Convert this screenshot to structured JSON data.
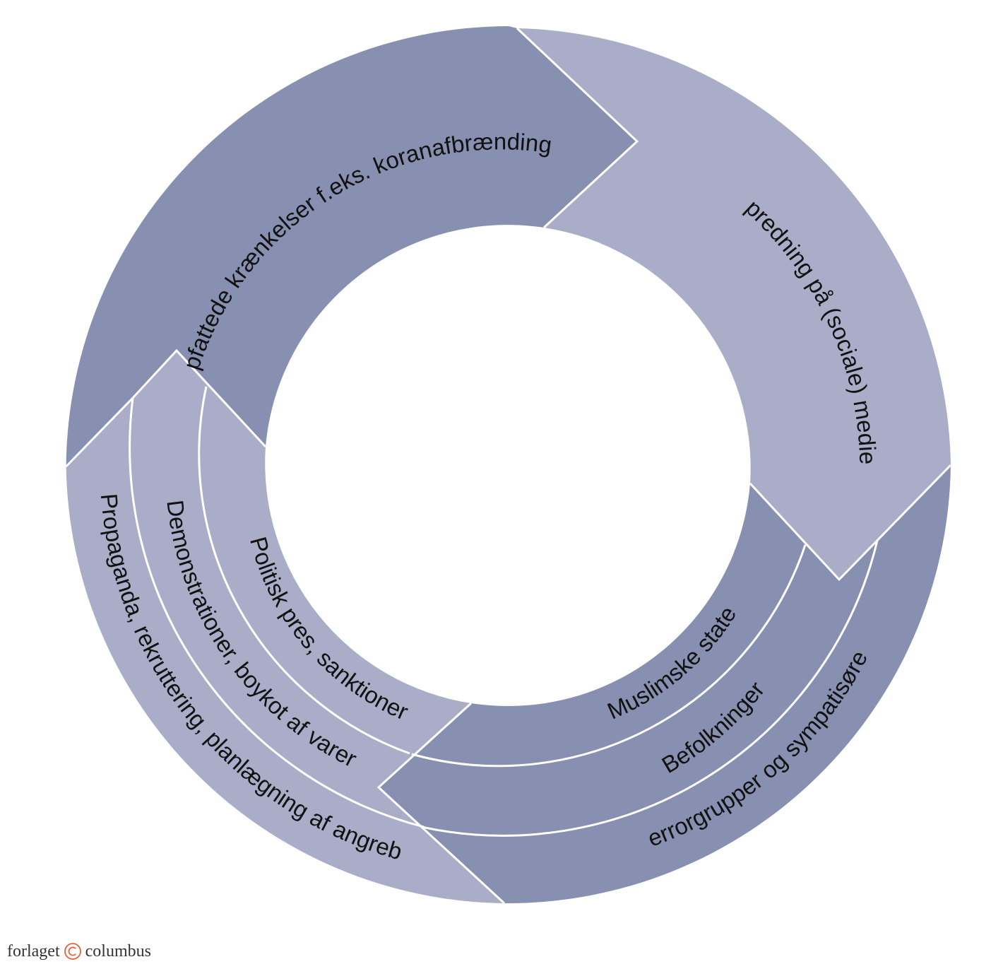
{
  "colors": {
    "dark": "#8790b0",
    "light": "#a9adc8",
    "background": "#ffffff"
  },
  "segments": {
    "top": {
      "label": "Opfattede krænkelser f.eks. koranafbrændinger"
    },
    "right": {
      "label": "Spredning på (sociale) medier"
    },
    "bottom_right": {
      "outer": "Terrorgrupper og sympatisører",
      "middle": "Befolkninger",
      "inner": "Muslimske stater"
    },
    "bottom_left": {
      "outer": "Propaganda, rekruttering, planlægning af angreb",
      "middle": "Demonstrationer, boykot af varer",
      "inner": "Politisk pres, sanktioner"
    }
  },
  "footer": {
    "brand_left": "forlaget",
    "brand_right": "columbus",
    "logo_icon": "copyright-circle-icon"
  }
}
